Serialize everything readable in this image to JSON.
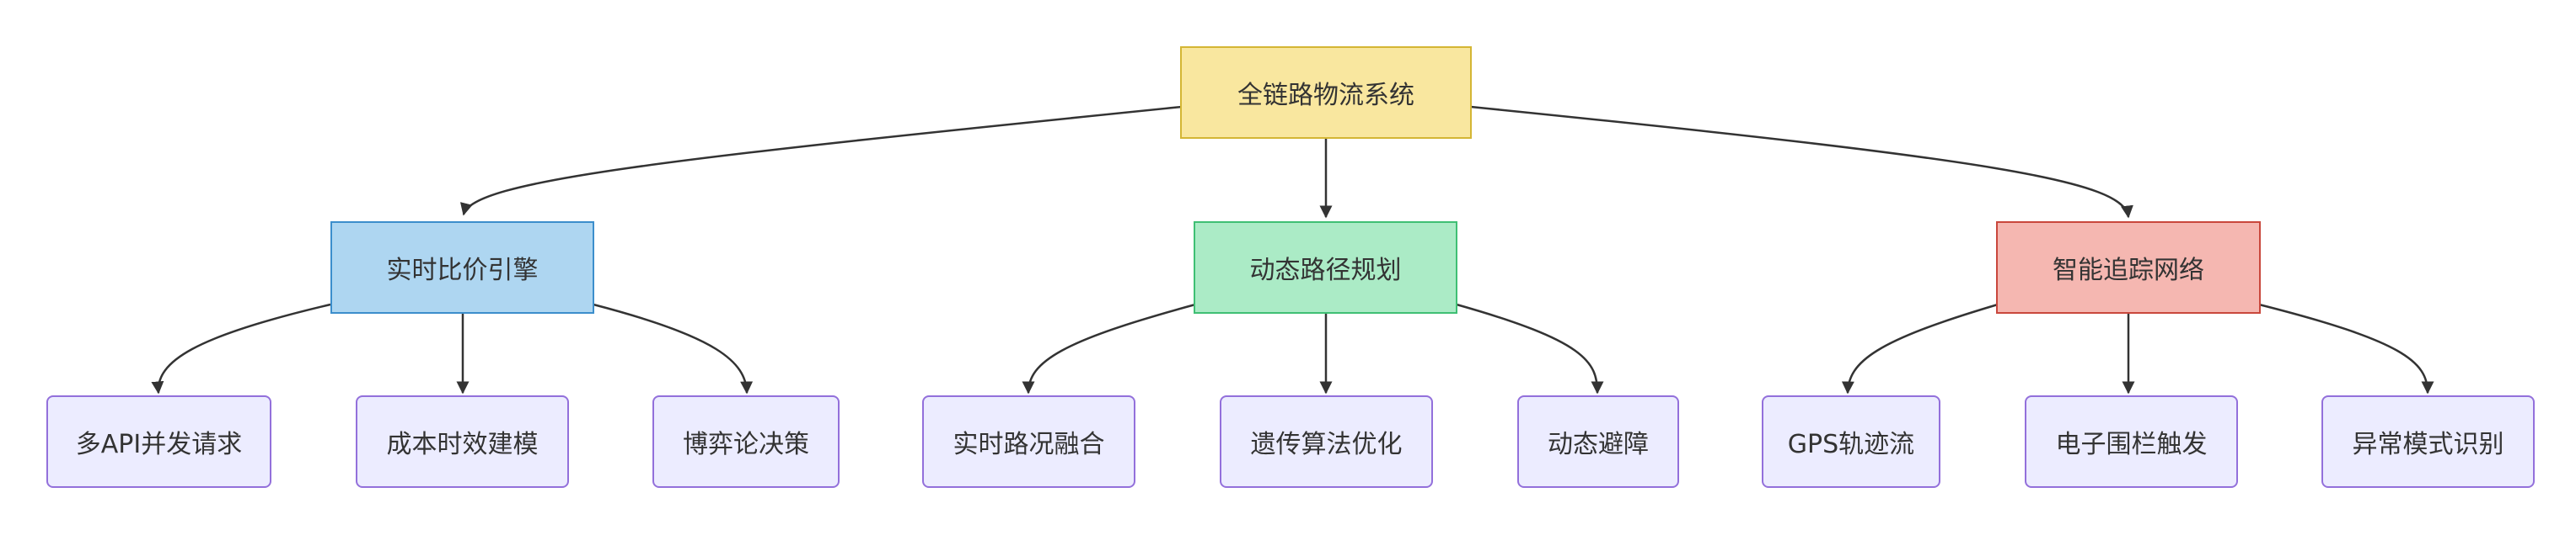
{
  "diagram": {
    "root": {
      "label": "全链路物流系统"
    },
    "branches": [
      {
        "label": "实时比价引擎",
        "leaves": [
          "多API并发请求",
          "成本时效建模",
          "博弈论决策"
        ]
      },
      {
        "label": "动态路径规划",
        "leaves": [
          "实时路况融合",
          "遗传算法优化",
          "动态避障"
        ]
      },
      {
        "label": "智能追踪网络",
        "leaves": [
          "GPS轨迹流",
          "电子围栏触发",
          "异常模式识别"
        ]
      }
    ],
    "colors": {
      "root_fill": "#f9e79f",
      "branch_fills": [
        "#aed6f1",
        "#abebc6",
        "#f5b7b1"
      ],
      "leaf_fill": "#ececff",
      "leaf_border": "#9370db",
      "edge": "#333333"
    }
  }
}
